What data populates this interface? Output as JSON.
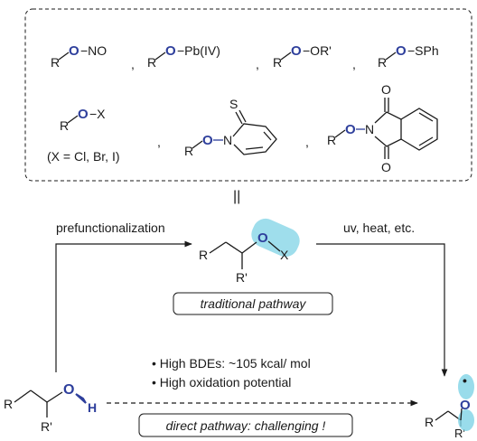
{
  "top_box": {
    "nitrite": {
      "r": "R",
      "o": "O",
      "suffix": "−NO"
    },
    "lead": {
      "r": "R",
      "o": "O",
      "suffix": "−Pb(IV)"
    },
    "peroxide": {
      "r": "R",
      "o": "O",
      "suffix": "−OR'"
    },
    "sulfenate": {
      "r": "R",
      "o": "O",
      "suffix": "−SPh"
    },
    "hypohalite": {
      "r": "R",
      "o": "O",
      "suffix": "−X",
      "note": "(X = Cl, Br, I)"
    },
    "barton": {
      "r": "R",
      "o": "O",
      "n": "N",
      "s": "S"
    },
    "phthalimide": {
      "r": "R",
      "o": "O",
      "n": "N",
      "o_top": "O",
      "o_bottom": "O"
    },
    "separators": [
      ",",
      ",",
      ",",
      ",",
      ","
    ]
  },
  "equals_sign": "||",
  "traditional": {
    "left_label": "prefunctionalization",
    "right_label": "uv, heat, etc.",
    "r": "R",
    "r_prime": "R'",
    "o": "O",
    "x": "X",
    "pathway_label": "traditional pathway"
  },
  "direct": {
    "bullet1": "• High BDEs: ~105 kcal/ mol",
    "bullet2": "• High oxidation potential",
    "pathway_label": "direct pathway: challenging !"
  },
  "alcohol": {
    "r": "R",
    "r_prime": "R'",
    "o": "O",
    "h": "H"
  },
  "radical": {
    "r": "R",
    "r_prime": "R'",
    "o": "O",
    "dot": "•"
  },
  "colors": {
    "oxygen": "#2e3f9c",
    "orbital": "#7fd3e6",
    "ink": "#1a1a1a"
  }
}
